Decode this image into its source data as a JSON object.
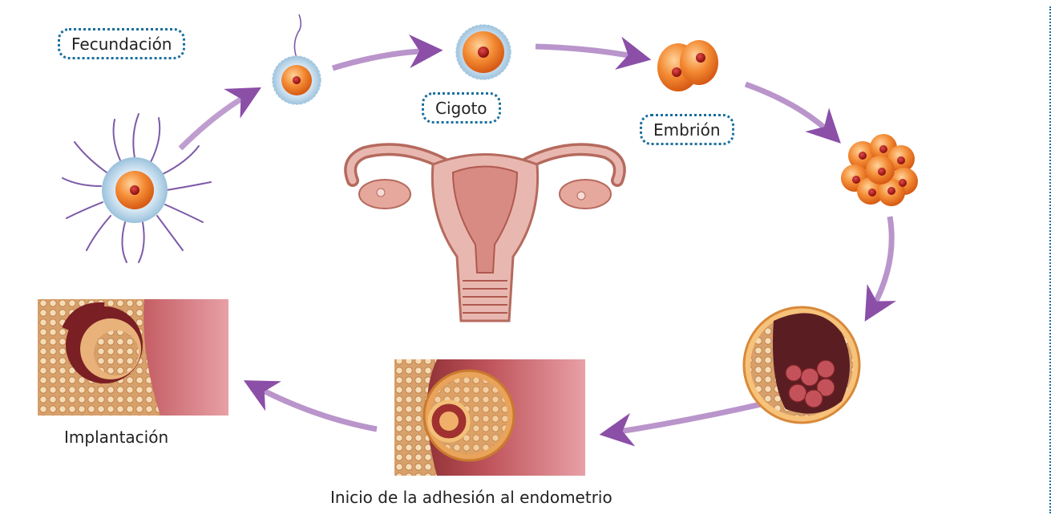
{
  "diagram": {
    "labels": {
      "fecundacion": "Fecundación",
      "cigoto": "Cigoto",
      "embrion": "Embrión",
      "implantacion": "Implantación",
      "adhesion": "Inicio de la adhesión al endometrio"
    },
    "colors": {
      "arrow": "#8b4fa8",
      "cell_orange": "#f07a2a",
      "nucleus": "#b11e1e",
      "zona": "#bcd7ea",
      "tissue_pink": "#c0555c",
      "uterus_pink": "#e8b8b0",
      "label_border": "#1a6f9e"
    },
    "icons": [
      "sperm-icon",
      "oocyte-icon",
      "zygote-icon",
      "embryo-icon",
      "morula-icon",
      "blastocyst-icon",
      "uterus-icon"
    ]
  }
}
